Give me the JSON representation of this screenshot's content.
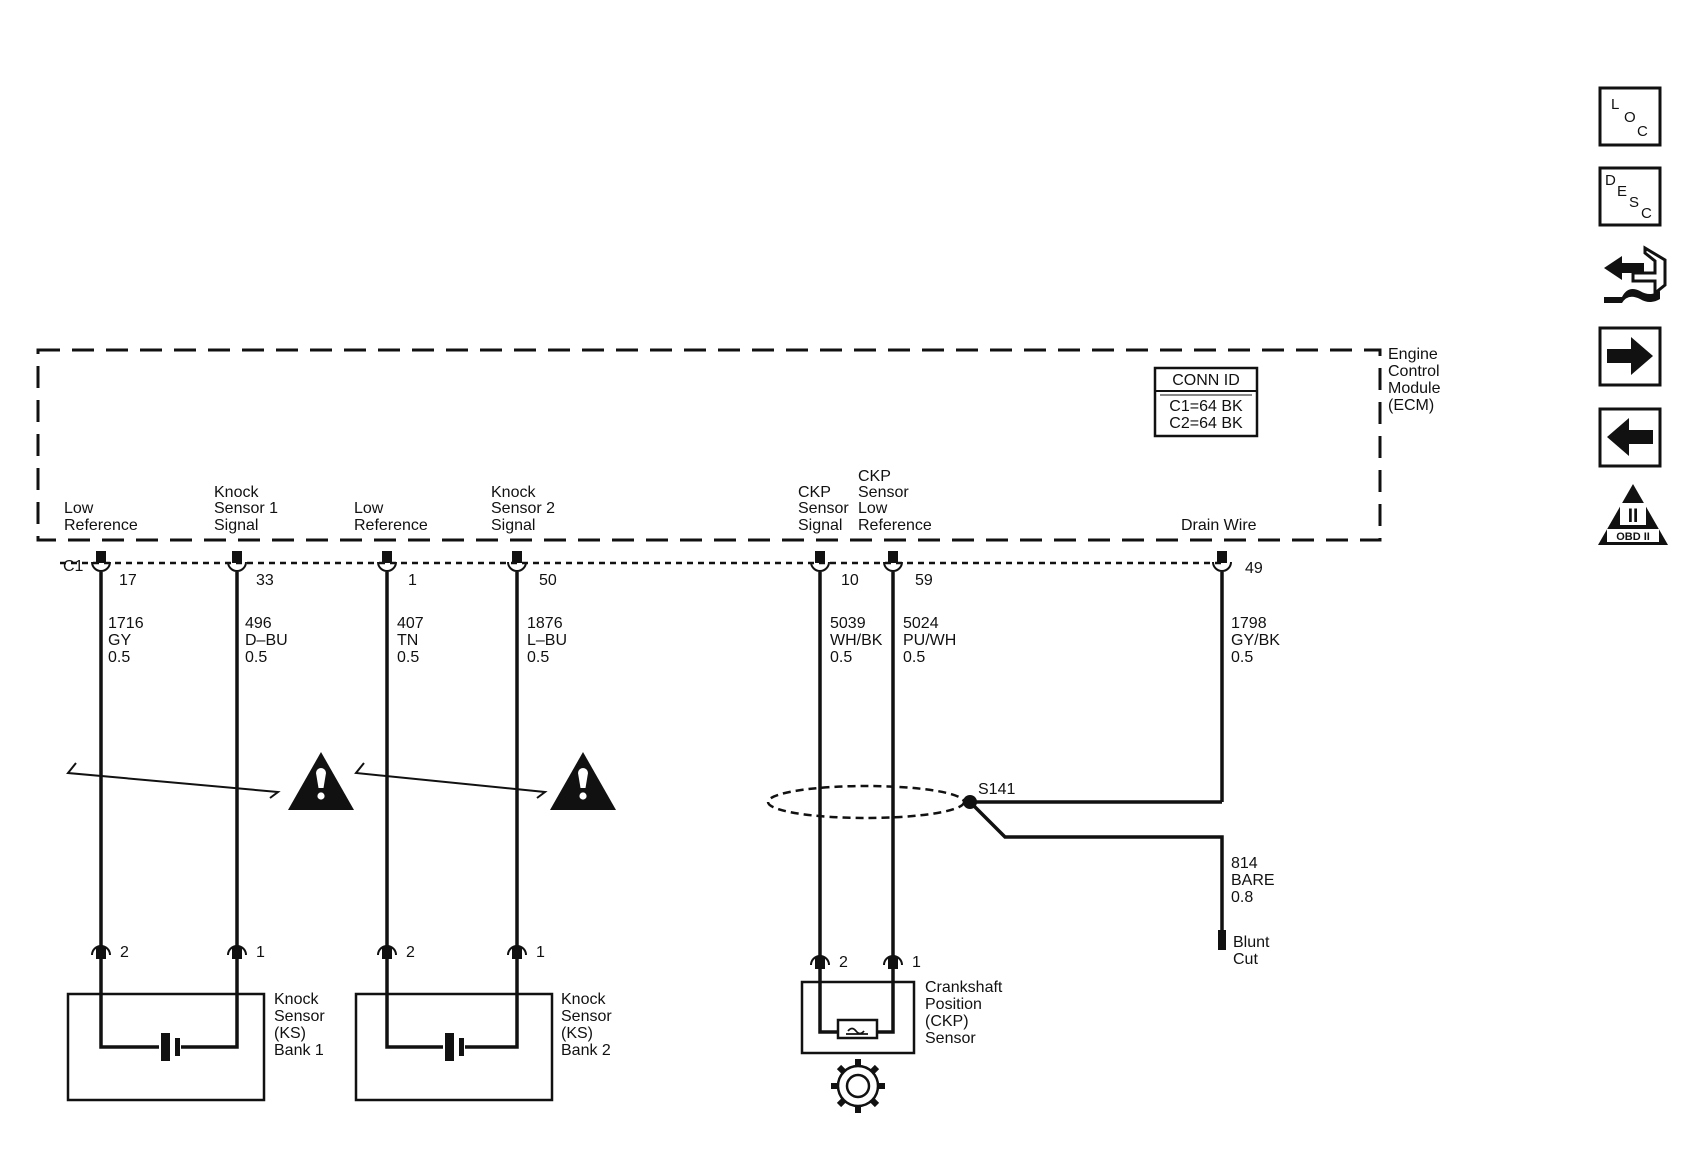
{
  "module": {
    "title_lines": [
      "Engine",
      "Control",
      "Module",
      "(ECM)"
    ],
    "connector_prefix": "C1",
    "conn_id": {
      "header": "CONN ID",
      "lines": [
        "C1=64 BK",
        "C2=64 BK"
      ]
    }
  },
  "circuits": [
    {
      "pin_label": [
        "Low",
        "Reference"
      ],
      "pin": "17",
      "wire": [
        "1716",
        "GY",
        "0.5"
      ]
    },
    {
      "pin_label": [
        "Knock",
        "Sensor 1",
        "Signal"
      ],
      "pin": "33",
      "wire": [
        "496",
        "D–BU",
        "0.5"
      ]
    },
    {
      "pin_label": [
        "Low",
        "Reference"
      ],
      "pin": "1",
      "wire": [
        "407",
        "TN",
        "0.5"
      ]
    },
    {
      "pin_label": [
        "Knock",
        "Sensor 2",
        "Signal"
      ],
      "pin": "50",
      "wire": [
        "1876",
        "L–BU",
        "0.5"
      ]
    },
    {
      "pin_label": [
        "CKP",
        "Sensor",
        "Signal"
      ],
      "pin": "10",
      "wire": [
        "5039",
        "WH/BK",
        "0.5"
      ]
    },
    {
      "pin_label": [
        "CKP",
        "Sensor",
        "Low",
        "Reference"
      ],
      "pin": "59",
      "wire": [
        "5024",
        "PU/WH",
        "0.5"
      ]
    },
    {
      "pin_label": [
        "Drain Wire"
      ],
      "pin": "49",
      "wire": [
        "1798",
        "GY/BK",
        "0.5"
      ]
    }
  ],
  "splice": {
    "name": "S141",
    "wire": [
      "814",
      "BARE",
      "0.8"
    ],
    "end_label": [
      "Blunt",
      "Cut"
    ]
  },
  "components": [
    {
      "lines": [
        "Knock",
        "Sensor",
        "(KS)",
        "Bank 1"
      ],
      "pins": [
        "2",
        "1"
      ]
    },
    {
      "lines": [
        "Knock",
        "Sensor",
        "(KS)",
        "Bank 2"
      ],
      "pins": [
        "2",
        "1"
      ]
    },
    {
      "lines": [
        "Crankshaft",
        "Position",
        "(CKP)",
        "Sensor"
      ],
      "pins": [
        "2",
        "1"
      ]
    }
  ],
  "nav": {
    "loc": [
      "L",
      "O",
      "C"
    ],
    "desc": [
      "D",
      "E",
      "S",
      "C"
    ],
    "obd": "OBD II",
    "obd_mark": "II",
    "icons": [
      "location-icon",
      "description-icon",
      "connector-repair-icon",
      "next-arrow-icon",
      "previous-arrow-icon",
      "obd-ii-icon"
    ]
  }
}
